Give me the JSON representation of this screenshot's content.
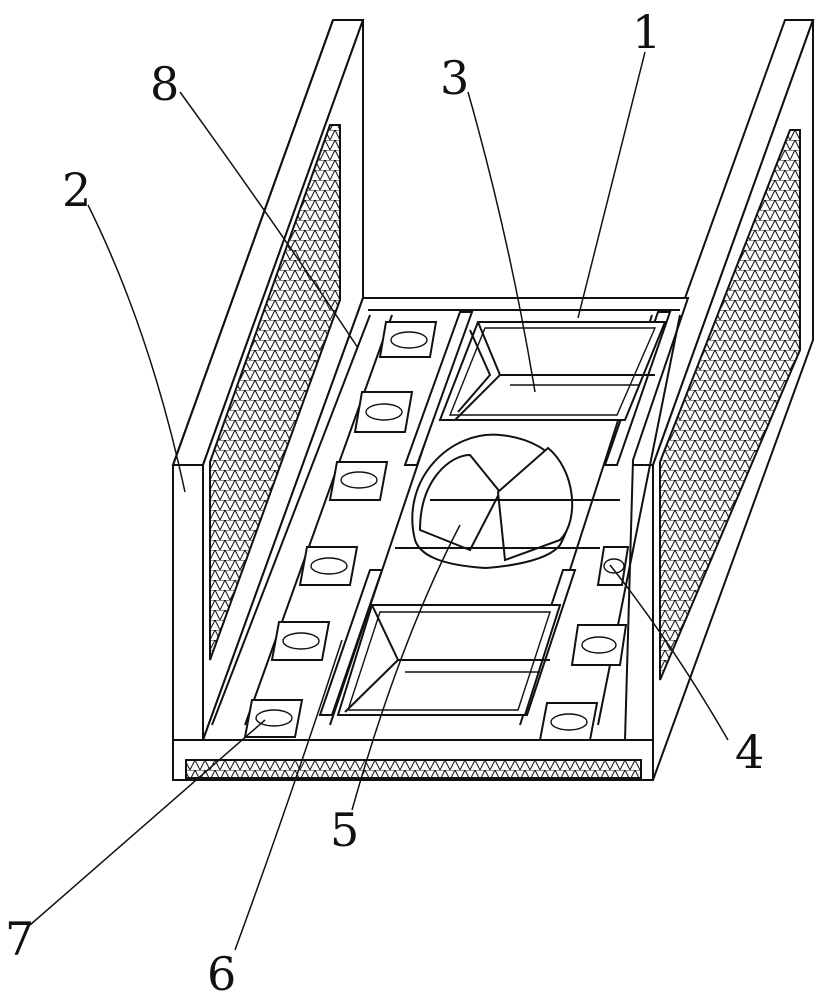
{
  "labels": {
    "l1": "1",
    "l2": "2",
    "l3": "3",
    "l4": "4",
    "l5": "5",
    "l6": "6",
    "l7": "7",
    "l8": "8"
  },
  "colors": {
    "ink": "#111111",
    "paper": "#ffffff"
  }
}
